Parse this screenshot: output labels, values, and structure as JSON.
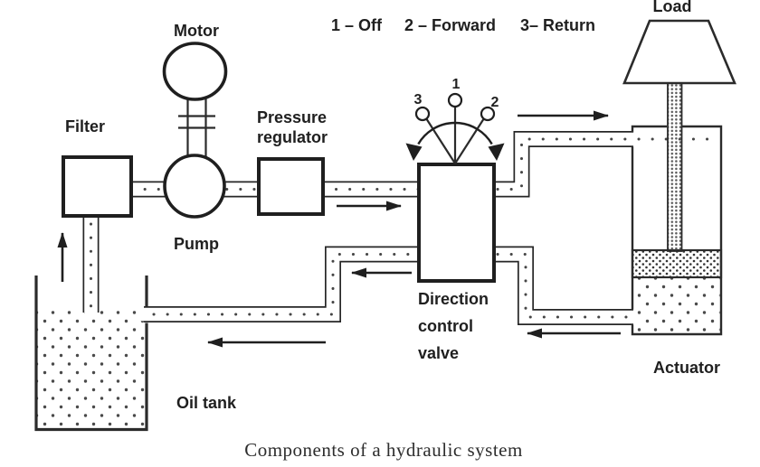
{
  "diagram": {
    "caption": "Components of a hydraulic system",
    "legend": {
      "items": [
        "1 – Off",
        "2 – Forward",
        "3– Return"
      ]
    },
    "components": {
      "motor": "Motor",
      "filter": "Filter",
      "pump": "Pump",
      "pressure_regulator": [
        "Pressure",
        "regulator"
      ],
      "direction_control_valve": [
        "Direction",
        "control",
        "valve"
      ],
      "oil_tank": "Oil tank",
      "actuator": "Actuator",
      "load": "Load"
    },
    "valve_positions": [
      "3",
      "1",
      "2"
    ]
  },
  "colors": {
    "ink": "#1f1f1f",
    "background": "#ffffff"
  }
}
